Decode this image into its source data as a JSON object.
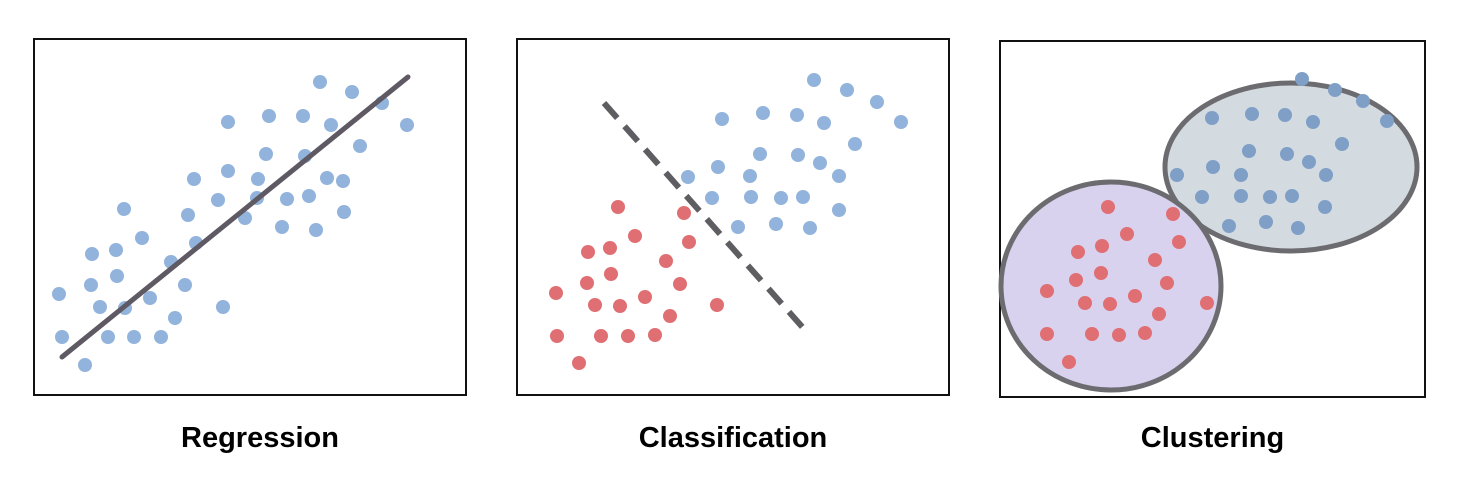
{
  "panels": [
    {
      "key": "regression",
      "title": "Regression"
    },
    {
      "key": "classification",
      "title": "Classification"
    },
    {
      "key": "clustering",
      "title": "Clustering"
    }
  ],
  "colors": {
    "blue_point": "#92b3dc",
    "red_point": "#e06f73",
    "fit_line": "#5e5963",
    "boundary": "#5e5d62",
    "cluster_a_fill": "#d9d2ee",
    "cluster_b_fill": "#d3dbe1",
    "cluster_outline": "#6c6c70",
    "panel_border": "#111111",
    "caption_text": "#000000"
  }
}
